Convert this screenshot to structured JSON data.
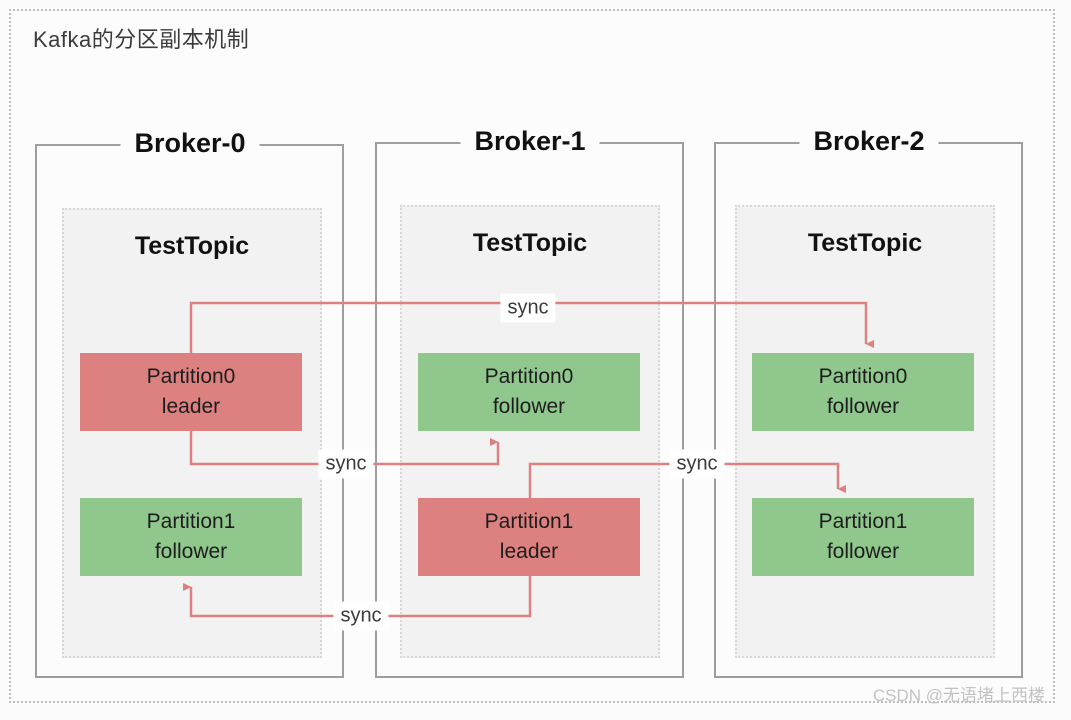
{
  "page": {
    "title": "Kafka的分区副本机制",
    "watermark": "CSDN @无语堵上西楼",
    "background": "#fbfbfb",
    "frame_border_color": "#bdbdbd"
  },
  "colors": {
    "leader": "#dd8080",
    "follower": "#8fc78d",
    "connector": "#dd8080",
    "broker_border": "#9e9e9e",
    "topic_border": "#d8d8d8",
    "topic_fill": "#f2f2f2"
  },
  "brokers": [
    {
      "id": "broker-0",
      "label": "Broker-0",
      "topic": "TestTopic",
      "partitions": [
        {
          "id": "b0-p0",
          "name": "Partition0",
          "role": "leader"
        },
        {
          "id": "b0-p1",
          "name": "Partition1",
          "role": "follower"
        }
      ]
    },
    {
      "id": "broker-1",
      "label": "Broker-1",
      "topic": "TestTopic",
      "partitions": [
        {
          "id": "b1-p0",
          "name": "Partition0",
          "role": "follower"
        },
        {
          "id": "b1-p1",
          "name": "Partition1",
          "role": "leader"
        }
      ]
    },
    {
      "id": "broker-2",
      "label": "Broker-2",
      "topic": "TestTopic",
      "partitions": [
        {
          "id": "b2-p0",
          "name": "Partition0",
          "role": "follower"
        },
        {
          "id": "b2-p1",
          "name": "Partition1",
          "role": "follower"
        }
      ]
    }
  ],
  "connections": [
    {
      "id": "sync-p0-to-b2",
      "label": "sync",
      "from": "b0-p0",
      "to": "b2-p0"
    },
    {
      "id": "sync-p0-to-b1",
      "label": "sync",
      "from": "b0-p0",
      "to": "b1-p0"
    },
    {
      "id": "sync-p1-to-b2",
      "label": "sync",
      "from": "b1-p1",
      "to": "b2-p1"
    },
    {
      "id": "sync-p1-to-b0",
      "label": "sync",
      "from": "b1-p1",
      "to": "b0-p1"
    }
  ]
}
